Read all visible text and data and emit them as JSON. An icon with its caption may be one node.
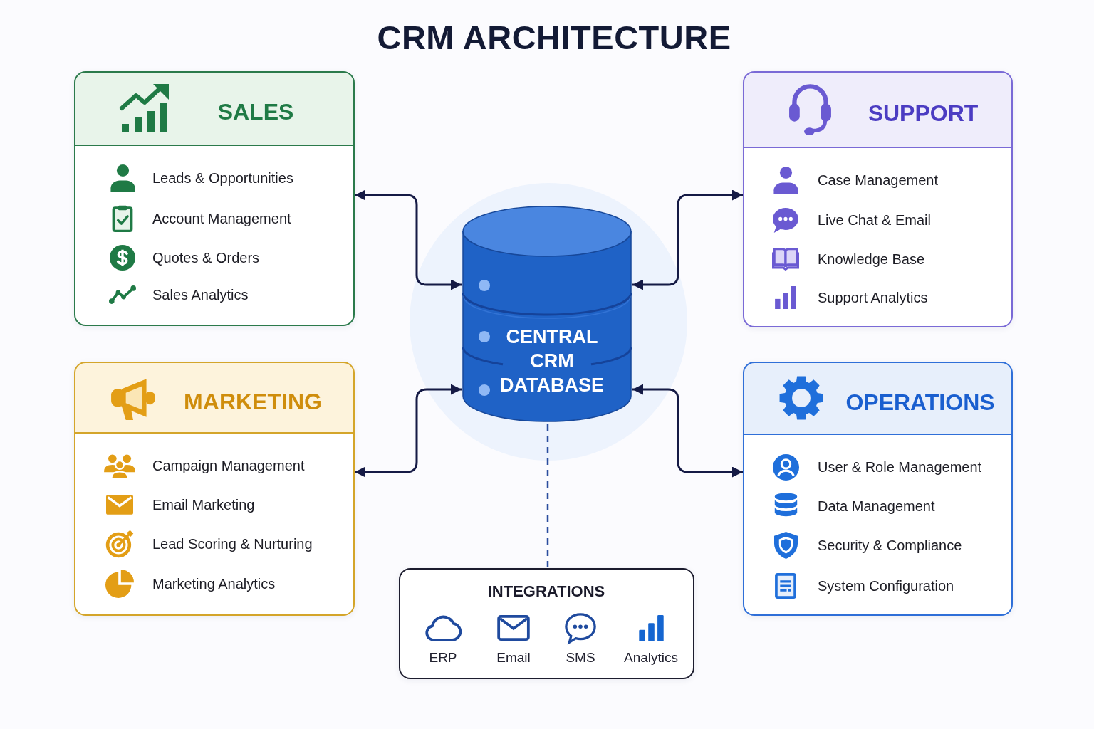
{
  "diagram": {
    "title": "CRM ARCHITECTURE",
    "nodes": [
      {
        "text": [
          "SALES",
          "Leads & Opportunities",
          "Account Management",
          "Quotes & Orders",
          "Sales Analytics"
        ]
      },
      {
        "text": [
          "SUPPORT",
          "Case Management",
          "Live Chat & Email",
          "Knowledge Base",
          "Support Analytics"
        ]
      },
      {
        "text": [
          "CENTRAL CRM DATABASE"
        ]
      },
      {
        "text": [
          "MARKETING",
          "Campaign Management",
          "Email Marketing",
          "Lead Scoring & Nurturing",
          "Marketing Analytics"
        ]
      },
      {
        "text": [
          "OPERATIONS",
          "User & Role Management",
          "Data Management",
          "Security & Compliance",
          "System Configuration"
        ]
      },
      {
        "text": [
          "INTEGRATIONS",
          "ERP",
          "Email",
          "SMS",
          "Analytics"
        ]
      }
    ],
    "edges": [
      {
        "from": 0,
        "to": 2,
        "arrow": "both"
      },
      {
        "from": 1,
        "to": 2,
        "arrow": "both"
      },
      {
        "from": 3,
        "to": 2,
        "arrow": "both"
      },
      {
        "from": 4,
        "to": 2,
        "arrow": "both"
      },
      {
        "from": 2,
        "to": 5,
        "arrow": "none",
        "style": "dashed",
        "color": "#2a4d9e"
      }
    ]
  }
}
